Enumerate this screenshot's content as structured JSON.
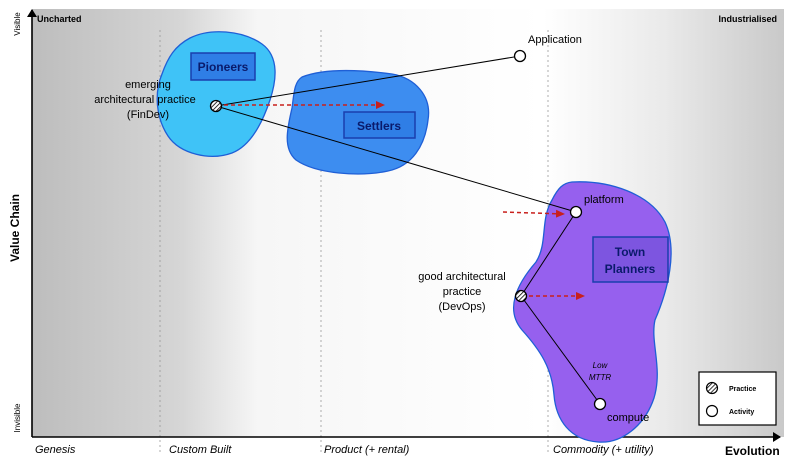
{
  "corners": {
    "top_left": "Uncharted",
    "top_right": "Industrialised"
  },
  "y_axis": {
    "title": "Value Chain",
    "top": "Visible",
    "bottom": "Invisible"
  },
  "x_axis": {
    "title": "Evolution",
    "stages": [
      "Genesis",
      "Custom Built",
      "Product (+ rental)",
      "Commodity (+ utility)"
    ]
  },
  "groups": {
    "pioneers": "Pioneers",
    "settlers": "Settlers",
    "town_planners_line1": "Town",
    "town_planners_line2": "Planners"
  },
  "components": {
    "application": "Application",
    "emerging_line1": "emerging",
    "emerging_line2": "architectural practice",
    "emerging_line3": "(FinDev)",
    "platform": "platform",
    "good_line1": "good architectural",
    "good_line2": "practice",
    "good_line3": "(DevOps)",
    "compute": "compute",
    "note_line1": "Low",
    "note_line2": "MTTR"
  },
  "legend": {
    "practice": "Practice",
    "activity": "Activity"
  },
  "colors": {
    "pioneers_fill": "#3fc3f7",
    "settlers_fill": "#3d8df0",
    "town_planners_fill": "#9660ee",
    "blob_stroke": "#1f5fd6",
    "box_fill": "#2f7ee6",
    "box_stroke": "#1a3fae",
    "arrow_red": "#c8201c"
  }
}
